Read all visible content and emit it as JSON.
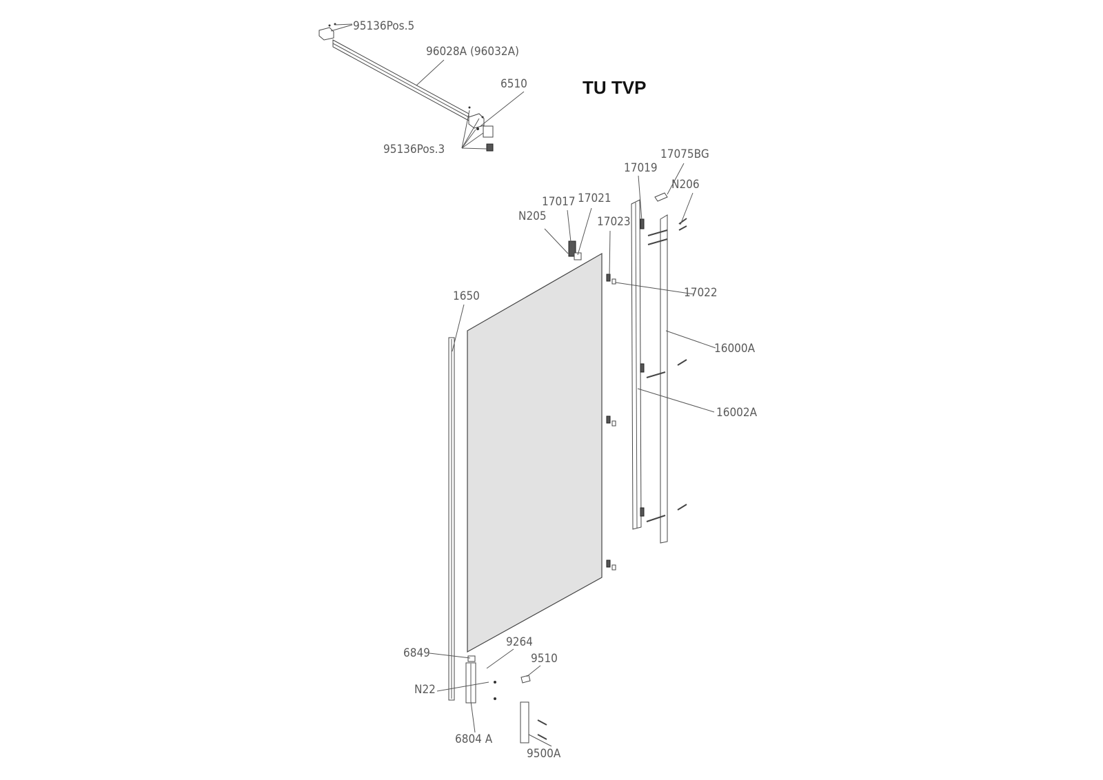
{
  "title": "TU TVP",
  "labels": {
    "p95136pos5": "95136Pos.5",
    "p96028a": "96028A (96032A)",
    "p6510": "6510",
    "p95136pos3": "95136Pos.3",
    "p17075bg": "17075BG",
    "p17019": "17019",
    "pn206": "N206",
    "p17017": "17017",
    "p17021": "17021",
    "pn205": "N205",
    "p17023": "17023",
    "p17022": "17022",
    "p1650": "1650",
    "p16000a": "16000A",
    "p16002a": "16002A",
    "p9264": "9264",
    "p9510": "9510",
    "p6849": "6849",
    "pn22": "N22",
    "p6804a": "6804 A",
    "p9500a": "9500A"
  },
  "colors": {
    "glass": "#e2e2e2",
    "line": "#555555"
  }
}
